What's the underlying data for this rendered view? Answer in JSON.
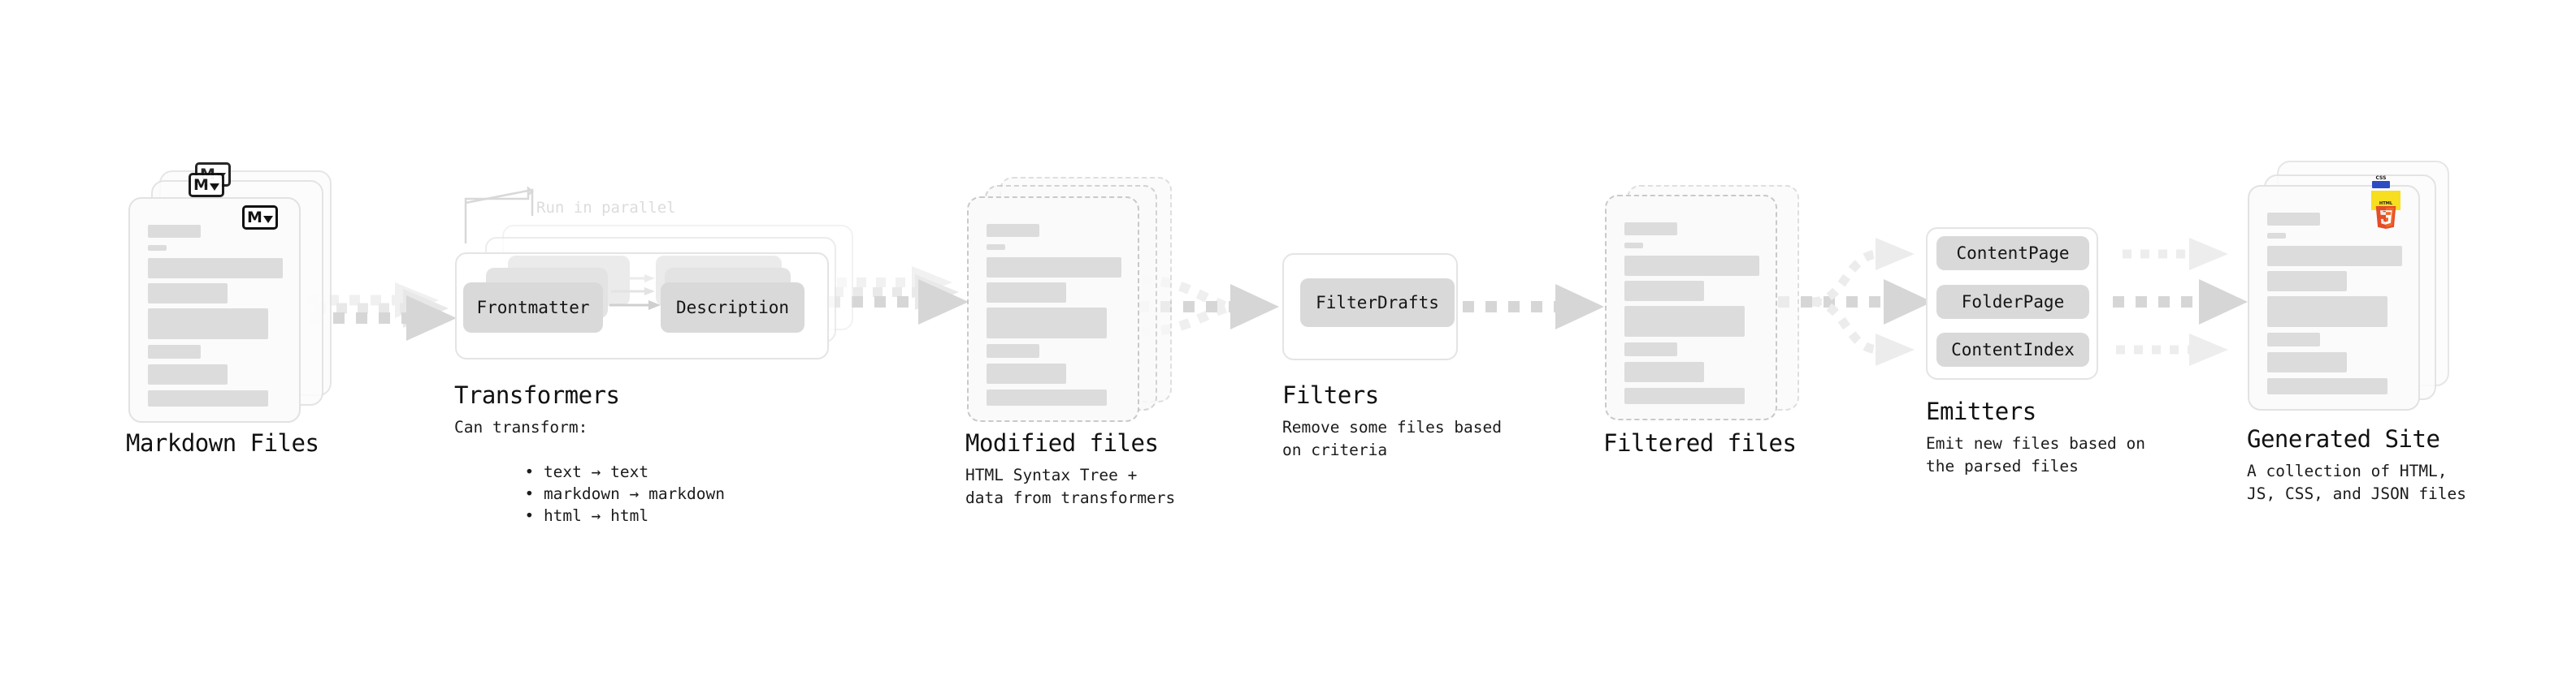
{
  "diagram": {
    "title_font": "monospace",
    "accent_colors": {
      "markdown_badge": "#111111",
      "html5_badge": "#e44d26",
      "css_badge": "#2c4cc4",
      "js_badge": "#f7de1e",
      "bar_fill": "#dcdcdc",
      "chip_fill": "#d9d9d9",
      "arrow_fill": "#d6d6d6",
      "card_border": "#e2e2e2"
    },
    "stages": [
      {
        "id": "markdown-files",
        "title": "Markdown Files",
        "subtitle": "",
        "badge": "markdown-badge"
      },
      {
        "id": "transformers",
        "title": "Transformers",
        "subtitle": "Can transform:",
        "annotation": "Run in parallel",
        "bullets": [
          "text → text",
          "markdown → markdown",
          "html → html"
        ],
        "chips": [
          "Frontmatter",
          "Description"
        ]
      },
      {
        "id": "modified-files",
        "title": "Modified files",
        "subtitle": "HTML Syntax Tree +\ndata from transformers"
      },
      {
        "id": "filters",
        "title": "Filters",
        "subtitle": "Remove some files based\non criteria",
        "chips": [
          "FilterDrafts"
        ]
      },
      {
        "id": "filtered-files",
        "title": "Filtered files",
        "subtitle": ""
      },
      {
        "id": "emitters",
        "title": "Emitters",
        "subtitle": "Emit new files based on\nthe parsed files",
        "chips": [
          "ContentPage",
          "FolderPage",
          "ContentIndex"
        ]
      },
      {
        "id": "generated-site",
        "title": "Generated Site",
        "subtitle": "A collection of HTML,\nJS, CSS, and JSON files",
        "badges": [
          "html5-badge",
          "css-badge",
          "js-badge"
        ]
      }
    ]
  }
}
